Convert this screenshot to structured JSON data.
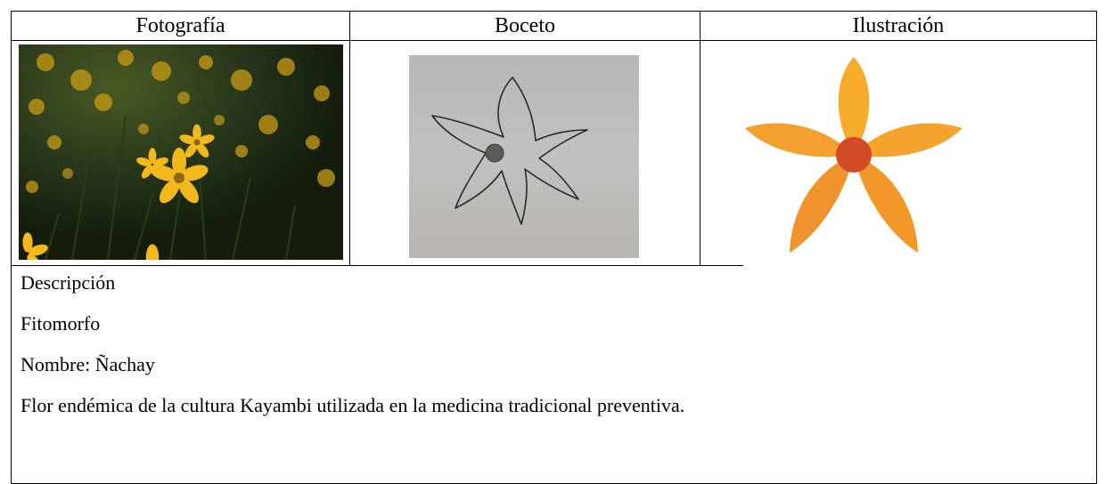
{
  "table": {
    "headers": [
      "Fotografía",
      "Boceto",
      "Ilustración"
    ],
    "images": {
      "photo": "photo-yellow-flowers",
      "sketch": "pencil-sketch-flower",
      "illustration": "orange-five-petal-flower"
    },
    "colors": {
      "petal_light": "#f6a630",
      "petal_dark": "#f08f2c",
      "center": "#d24b26",
      "foliage": "#1d2a12",
      "flower_yellow": "#f2b81c"
    },
    "description": {
      "lines": [
        "Descripción",
        "Fitomorfo",
        "Nombre: Ñachay",
        "Flor endémica de la cultura Kayambi utilizada en la medicina tradicional preventiva."
      ]
    }
  }
}
